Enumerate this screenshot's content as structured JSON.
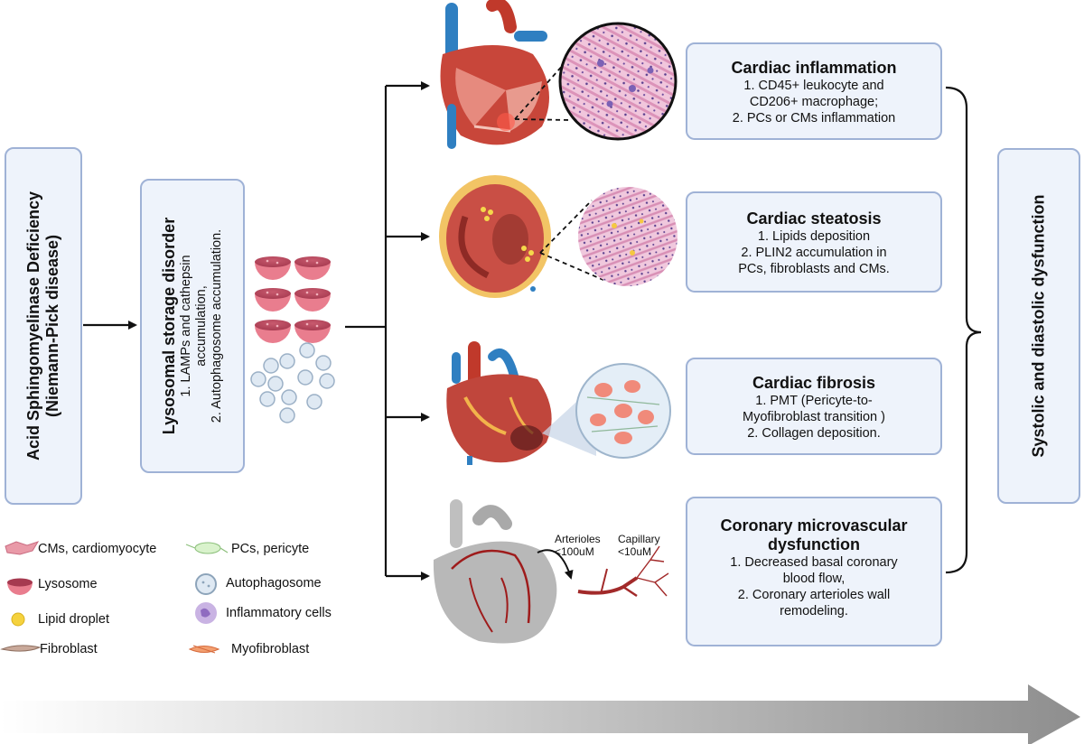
{
  "main_box": {
    "title": "Acid Sphingomyelinase Deficiency",
    "subtitle": "(Niemann-Pick disease)"
  },
  "lysosomal_box": {
    "title": "Lysosomal storage disorder",
    "items": [
      "1.  LAMPs and cathepsin",
      "accumulation,",
      "2.  Autophagosome accumulation."
    ]
  },
  "outcomes": [
    {
      "title": "Cardiac inflammation",
      "lines": [
        "1. CD45+ leukocyte and",
        "CD206+ macrophage;",
        "2. PCs or CMs inflammation"
      ]
    },
    {
      "title": "Cardiac steatosis",
      "lines": [
        "1.  Lipids deposition",
        "2.  PLIN2 accumulation in",
        "PCs, fibroblasts and CMs."
      ]
    },
    {
      "title": "Cardiac fibrosis",
      "lines": [
        "1.   PMT (Pericyte-to-",
        "Myofibroblast transition )",
        "2.  Collagen deposition."
      ]
    },
    {
      "title_lines": [
        "Coronary microvascular",
        "dysfunction"
      ],
      "lines": [
        "1.  Decreased basal coronary",
        "blood flow,",
        "2. Coronary arterioles wall",
        "remodeling."
      ]
    }
  ],
  "final_box": {
    "title": "Systolic and diastolic dysfunction"
  },
  "vessel_labels": {
    "arterioles": [
      "Arterioles",
      "<100uM"
    ],
    "capillary": [
      "Capillary",
      "<10uM"
    ]
  },
  "legend": [
    {
      "icon": "cardiomyocyte-icon",
      "label": "CMs, cardiomyocyte"
    },
    {
      "icon": "pericyte-icon",
      "label": "PCs, pericyte"
    },
    {
      "icon": "lysosome-icon",
      "label": "Lysosome"
    },
    {
      "icon": "autophagosome-icon",
      "label": "Autophagosome"
    },
    {
      "icon": "lipid-droplet-icon",
      "label": "Lipid droplet"
    },
    {
      "icon": "inflammatory-cell-icon",
      "label": "Inflammatory cells"
    },
    {
      "icon": "fibroblast-icon",
      "label": "Fibroblast"
    },
    {
      "icon": "myofibroblast-icon",
      "label": "Myofibroblast"
    }
  ],
  "colors": {
    "box_border": "#9fb2d6",
    "box_fill": "#eef3fb",
    "lysosome": "#e97d8e",
    "lipid": "#f5c842",
    "heart_red": "#c0392b",
    "vessel_blue": "#2f7fc1",
    "tissue_pink": "#e8a9c8",
    "progress_arrow": "#9a9a9a"
  }
}
